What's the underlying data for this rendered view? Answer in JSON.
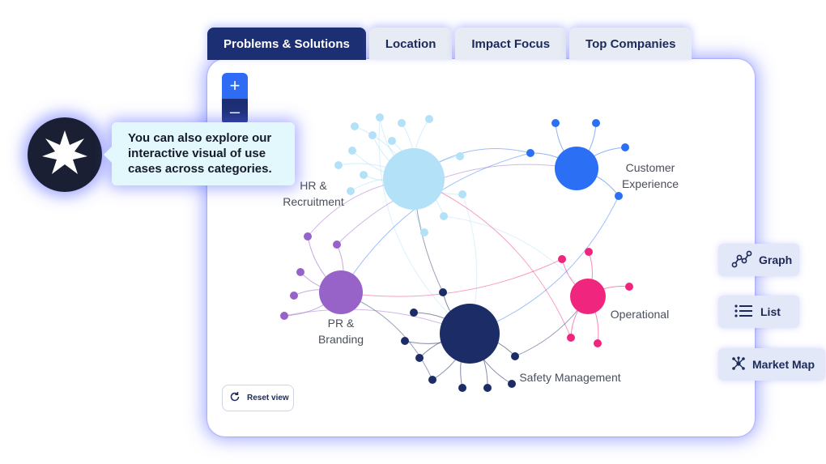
{
  "tabs": [
    {
      "label": "Problems & Solutions",
      "active": true
    },
    {
      "label": "Location",
      "active": false
    },
    {
      "label": "Impact Focus",
      "active": false
    },
    {
      "label": "Top Companies",
      "active": false
    }
  ],
  "zoom": {
    "plus_label": "+",
    "minus_label": "–"
  },
  "graph": {
    "nodes": [
      {
        "id": "hr",
        "label_lines": [
          "HR &",
          "Recruitment"
        ],
        "color": "#b3e1f7"
      },
      {
        "id": "cx",
        "label_lines": [
          "Customer",
          "Experience"
        ],
        "color": "#2b70f4"
      },
      {
        "id": "pr",
        "label_lines": [
          "PR &",
          "Branding"
        ],
        "color": "#9763c9"
      },
      {
        "id": "ops",
        "label_lines": [
          "Operational"
        ],
        "color": "#f0267e"
      },
      {
        "id": "safety",
        "label_lines": [
          "Safety Management"
        ],
        "color": "#1c2c66"
      }
    ]
  },
  "reset": {
    "label": "Reset view",
    "icon": "refresh-icon"
  },
  "side_buttons": [
    {
      "label": "Graph",
      "icon": "graph-icon"
    },
    {
      "label": "List",
      "icon": "list-icon"
    },
    {
      "label": "Market Map",
      "icon": "network-icon"
    }
  ],
  "tooltip": {
    "text": "You can also explore our interactive visual of use cases across categories."
  },
  "badge": {
    "icon": "star-burst-icon"
  }
}
